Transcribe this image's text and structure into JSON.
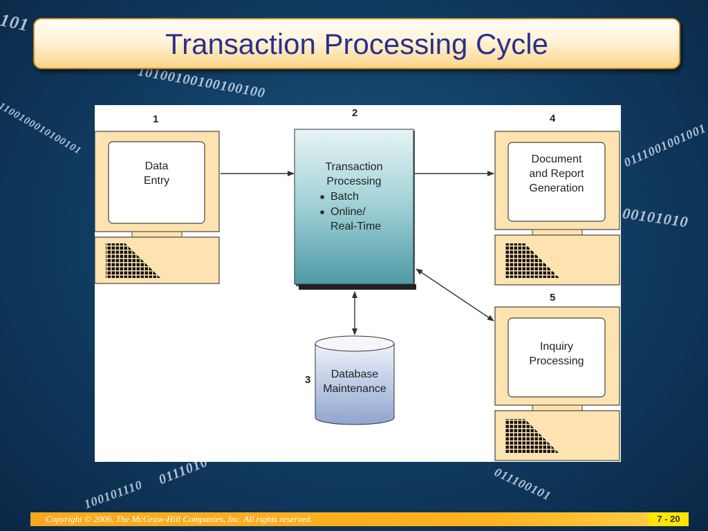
{
  "slide": {
    "title": "Transaction Processing Cycle",
    "binary_text": [
      "101",
      "10100100100100100",
      "1100100010100101",
      "0111001001001",
      "00101010",
      "0111010",
      "100101110",
      "011100101"
    ],
    "footer": {
      "copyright": "Copyright © 2006, The McGraw-Hill Companies, Inc. All rights reserved.",
      "page": "7 - 20"
    }
  },
  "diagram": {
    "steps": [
      {
        "number": "1",
        "label": "Data\nEntry"
      },
      {
        "number": "2",
        "title": "Transaction\nProcessing",
        "bullets": [
          "Batch",
          "Online/\nReal-Time"
        ]
      },
      {
        "number": "3",
        "label": "Database\nMaintenance"
      },
      {
        "number": "4",
        "label": "Document\nand Report\nGeneration"
      },
      {
        "number": "5",
        "label": "Inquiry\nProcessing"
      }
    ],
    "bullet_glyph": "■"
  },
  "colors": {
    "monitor_fill": "#fde3b0",
    "processing_fill": "#7fc1c8",
    "database_fill": "#a9b9dd",
    "title_text": "#2b2f8f",
    "footer_bar": "#ffb21f"
  }
}
